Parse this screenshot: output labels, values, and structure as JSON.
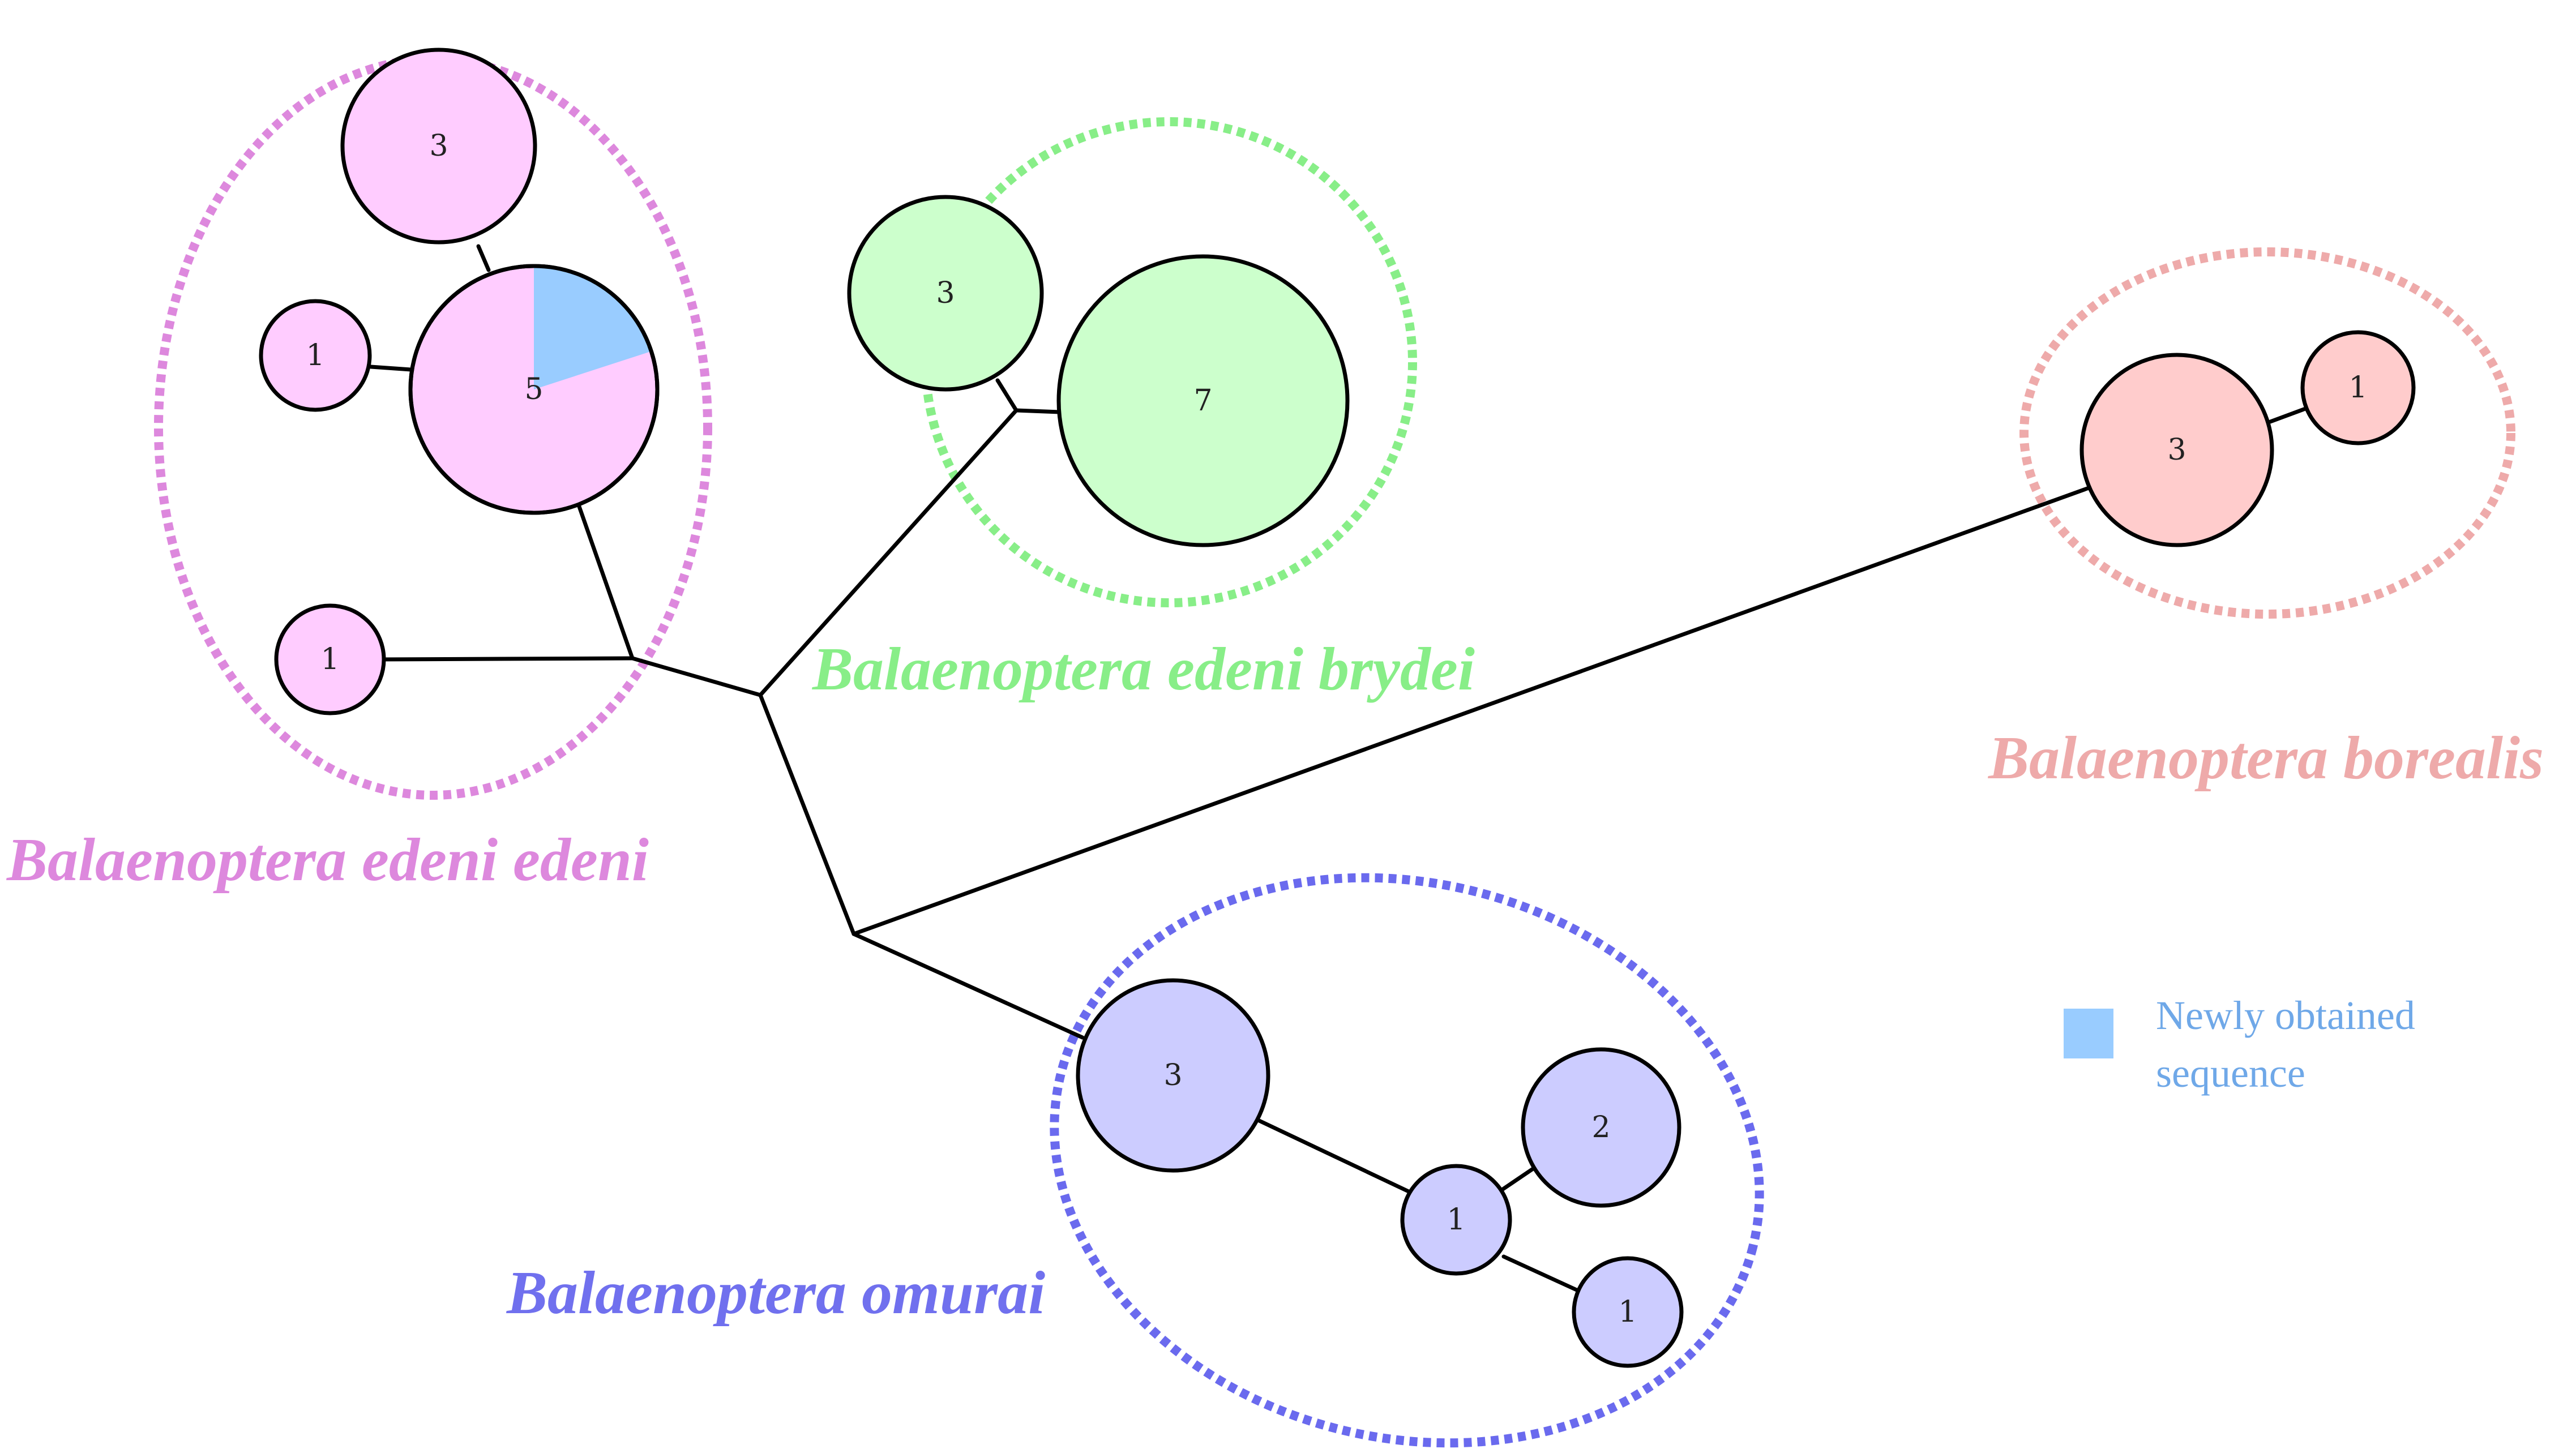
{
  "groups": [
    {
      "id": "edeni-edeni",
      "label": "Balaenoptera edeni edeni",
      "color": "#dd88dd",
      "label_color": "#dd88dd"
    },
    {
      "id": "edeni-brydei",
      "label": "Balaenoptera edeni brydei",
      "color": "#88ee88",
      "label_color": "#88ee88"
    },
    {
      "id": "borealis",
      "label": "Balaenoptera borealis",
      "color": "#eeaaaa",
      "label_color": "#eeaaaa"
    },
    {
      "id": "omurai",
      "label": "Balaenoptera omurai",
      "color": "#6a6aee",
      "label_color": "#7070ee"
    }
  ],
  "haplotypes": [
    {
      "group": "edeni-edeni",
      "count": "3",
      "fill": "#ffccff"
    },
    {
      "group": "edeni-edeni",
      "count": "1",
      "fill": "#ffccff"
    },
    {
      "group": "edeni-edeni",
      "count": "5",
      "fill": "#ffccff",
      "new_fraction": 0.2
    },
    {
      "group": "edeni-edeni",
      "count": "1",
      "fill": "#ffccff"
    },
    {
      "group": "edeni-brydei",
      "count": "3",
      "fill": "#ccffcc"
    },
    {
      "group": "edeni-brydei",
      "count": "7",
      "fill": "#ccffcc"
    },
    {
      "group": "borealis",
      "count": "3",
      "fill": "#ffcccc"
    },
    {
      "group": "borealis",
      "count": "1",
      "fill": "#ffcccc"
    },
    {
      "group": "omurai",
      "count": "3",
      "fill": "#ccccff"
    },
    {
      "group": "omurai",
      "count": "2",
      "fill": "#ccccff"
    },
    {
      "group": "omurai",
      "count": "1",
      "fill": "#ccccff"
    },
    {
      "group": "omurai",
      "count": "1",
      "fill": "#ccccff"
    }
  ],
  "legend": {
    "label_line1": "Newly obtained",
    "label_line2": "sequence",
    "color": "#99ccff",
    "text_color": "#6fa8e8"
  }
}
